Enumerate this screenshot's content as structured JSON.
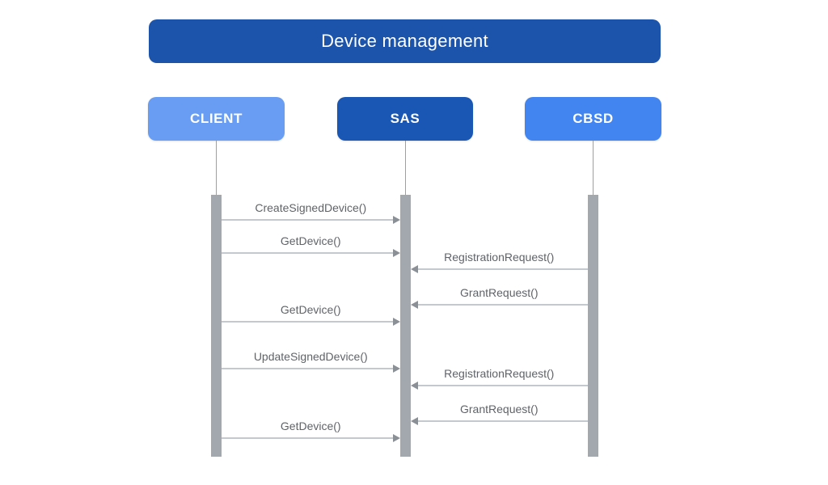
{
  "title": "Device management",
  "actors": [
    {
      "id": "client",
      "label": "CLIENT",
      "color": "#689df3"
    },
    {
      "id": "sas",
      "label": "SAS",
      "color": "#1a57b5"
    },
    {
      "id": "cbsd",
      "label": "CBSD",
      "color": "#4285f0"
    }
  ],
  "messages": [
    {
      "label": "CreateSignedDevice()",
      "from": "client",
      "to": "sas"
    },
    {
      "label": "GetDevice()",
      "from": "client",
      "to": "sas"
    },
    {
      "label": "RegistrationRequest()",
      "from": "cbsd",
      "to": "sas"
    },
    {
      "label": "GrantRequest()",
      "from": "cbsd",
      "to": "sas"
    },
    {
      "label": "GetDevice()",
      "from": "client",
      "to": "sas"
    },
    {
      "label": "UpdateSignedDevice()",
      "from": "client",
      "to": "sas"
    },
    {
      "label": "RegistrationRequest()",
      "from": "cbsd",
      "to": "sas"
    },
    {
      "label": "GrantRequest()",
      "from": "cbsd",
      "to": "sas"
    },
    {
      "label": "GetDevice()",
      "from": "client",
      "to": "sas"
    }
  ],
  "colors": {
    "title_bg": "#1d54ab",
    "activation": "#a3a8af",
    "lifeline": "#9aa0a6",
    "arrow_line": "#c4c9cf",
    "arrow_head": "#8b9096",
    "label_text": "#5f6368",
    "text_on_blue": "#ffffff"
  }
}
